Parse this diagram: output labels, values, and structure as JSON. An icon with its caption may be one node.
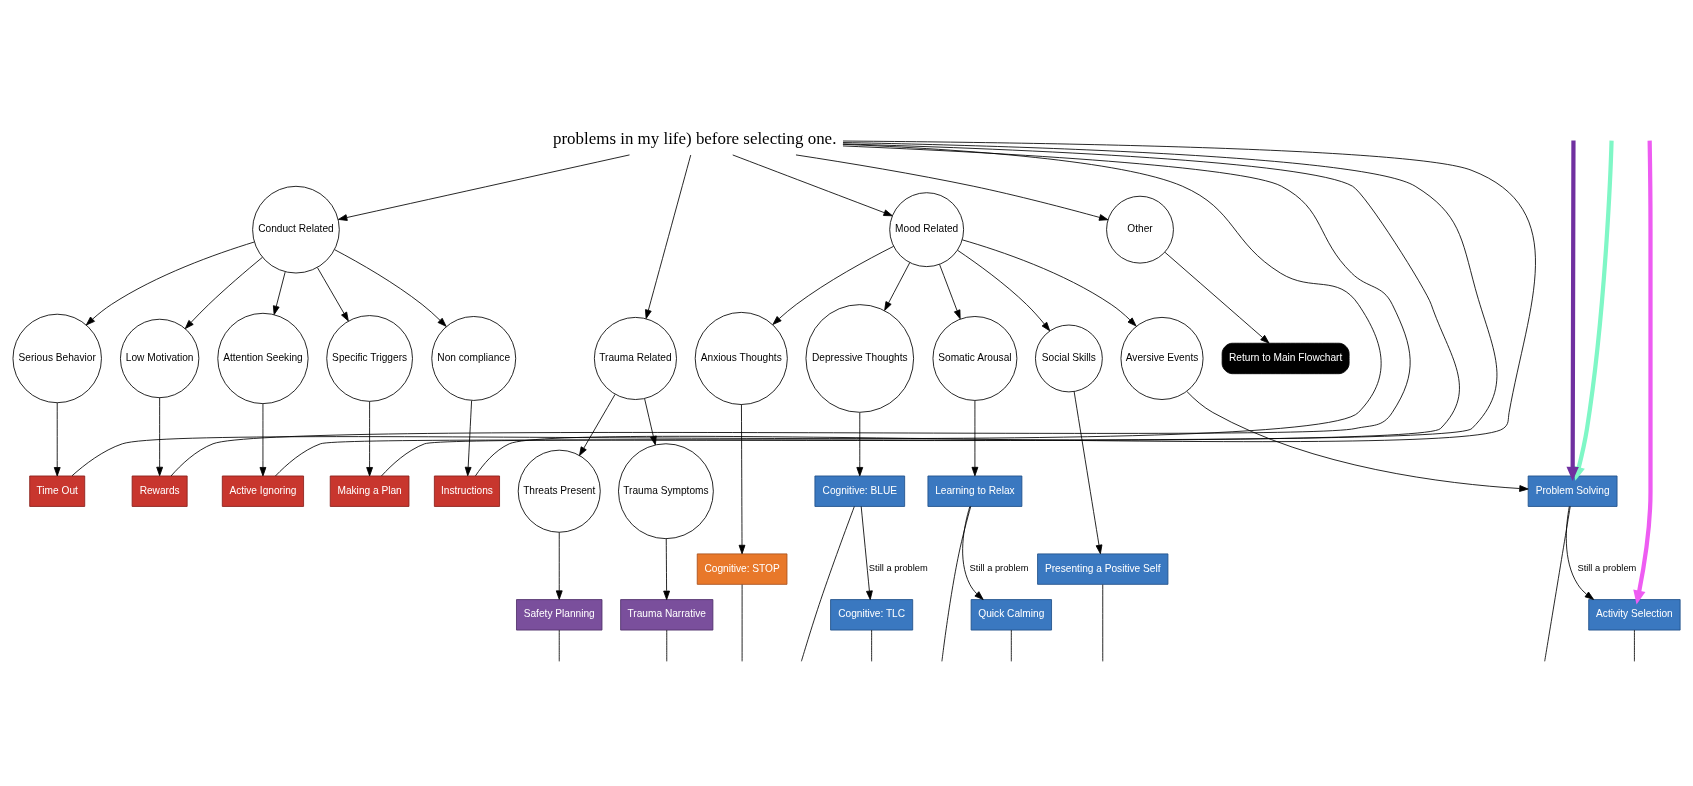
{
  "diagram": {
    "nodes": [
      {
        "text": [
          "problems in my life) before selecting one."
        ]
      },
      {
        "text": [
          "Conduct Related"
        ]
      },
      {
        "text": [
          "Trauma Related"
        ]
      },
      {
        "text": [
          "Mood Related"
        ]
      },
      {
        "text": [
          "Other"
        ]
      },
      {
        "text": [
          "Return to Main Flowchart"
        ]
      },
      {
        "text": [
          "Serious Behavior"
        ]
      },
      {
        "text": [
          "Low Motivation"
        ]
      },
      {
        "text": [
          "Attention Seeking"
        ]
      },
      {
        "text": [
          "Specific Triggers"
        ]
      },
      {
        "text": [
          "Non compliance"
        ]
      },
      {
        "text": [
          "Time Out"
        ]
      },
      {
        "text": [
          "Rewards"
        ]
      },
      {
        "text": [
          "Active Ignoring"
        ]
      },
      {
        "text": [
          "Making a Plan"
        ]
      },
      {
        "text": [
          "Instructions"
        ]
      },
      {
        "text": [
          "Threats Present"
        ]
      },
      {
        "text": [
          "Trauma Symptoms"
        ]
      },
      {
        "text": [
          "Safety Planning"
        ]
      },
      {
        "text": [
          "Trauma Narrative"
        ]
      },
      {
        "text": [
          "Anxious Thoughts"
        ]
      },
      {
        "text": [
          "Depressive Thoughts"
        ]
      },
      {
        "text": [
          "Somatic Arousal"
        ]
      },
      {
        "text": [
          "Aversive Events"
        ]
      },
      {
        "text": [
          "Social Skills"
        ]
      },
      {
        "text": [
          "Cognitive: STOP"
        ]
      },
      {
        "text": [
          "Cognitive: BLUE"
        ]
      },
      {
        "text": [
          "Cognitive: TLC"
        ]
      },
      {
        "text": [
          "Learning to Relax"
        ]
      },
      {
        "text": [
          "Quick Calming"
        ]
      },
      {
        "text": [
          "Problem Solving"
        ]
      },
      {
        "text": [
          "Activity Selection"
        ]
      },
      {
        "text": [
          "Presenting a Positive Self"
        ]
      }
    ],
    "edges": [
      {
        "from": 0,
        "to": 1,
        "arrow": "to"
      },
      {
        "from": 0,
        "to": 2,
        "arrow": "to"
      },
      {
        "from": 0,
        "to": 3,
        "arrow": "to"
      },
      {
        "from": 0,
        "to": 4,
        "arrow": "to"
      },
      {
        "from": 4,
        "to": 5,
        "arrow": "to"
      },
      {
        "from": 1,
        "to": 6,
        "arrow": "to"
      },
      {
        "from": 1,
        "to": 7,
        "arrow": "to"
      },
      {
        "from": 1,
        "to": 8,
        "arrow": "to"
      },
      {
        "from": 1,
        "to": 9,
        "arrow": "to"
      },
      {
        "from": 1,
        "to": 10,
        "arrow": "to"
      },
      {
        "from": 6,
        "to": 11,
        "arrow": "to"
      },
      {
        "from": 7,
        "to": 12,
        "arrow": "to"
      },
      {
        "from": 8,
        "to": 13,
        "arrow": "to"
      },
      {
        "from": 9,
        "to": 14,
        "arrow": "to"
      },
      {
        "from": 10,
        "to": 15,
        "arrow": "to"
      },
      {
        "from": 11,
        "to": 0,
        "arrow": "none"
      },
      {
        "from": 12,
        "to": 0,
        "arrow": "none"
      },
      {
        "from": 13,
        "to": 0,
        "arrow": "none"
      },
      {
        "from": 14,
        "to": 0,
        "arrow": "none"
      },
      {
        "from": 15,
        "to": 0,
        "arrow": "none"
      },
      {
        "from": 2,
        "to": 16,
        "arrow": "to"
      },
      {
        "from": 2,
        "to": 17,
        "arrow": "to"
      },
      {
        "from": 16,
        "to": 18,
        "arrow": "to"
      },
      {
        "from": 17,
        "to": 19,
        "arrow": "to"
      },
      {
        "from": 18,
        "to": null,
        "arrow": "none"
      },
      {
        "from": 19,
        "to": null,
        "arrow": "none"
      },
      {
        "from": 3,
        "to": 20,
        "arrow": "to"
      },
      {
        "from": 3,
        "to": 21,
        "arrow": "to"
      },
      {
        "from": 3,
        "to": 22,
        "arrow": "to"
      },
      {
        "from": 3,
        "to": 23,
        "arrow": "to"
      },
      {
        "from": 3,
        "to": 24,
        "arrow": "to"
      },
      {
        "from": 20,
        "to": 25,
        "arrow": "to"
      },
      {
        "from": 21,
        "to": 26,
        "arrow": "to"
      },
      {
        "from": 26,
        "to": 27,
        "label": "Still a problem",
        "arrow": "to"
      },
      {
        "from": 22,
        "to": 28,
        "arrow": "to"
      },
      {
        "from": 28,
        "to": 29,
        "label": "Still a problem",
        "arrow": "to"
      },
      {
        "from": 23,
        "to": 30,
        "arrow": "to"
      },
      {
        "from": 30,
        "to": 31,
        "label": "Still a problem",
        "arrow": "to"
      },
      {
        "from": 24,
        "to": 32,
        "arrow": "to"
      },
      {
        "from": null,
        "to": 31,
        "arrow": "to",
        "style": "thick",
        "color": "#ee5cf2"
      },
      {
        "from": null,
        "to": 30,
        "arrow": "to",
        "style": "thick",
        "color": "#7ff7c6"
      },
      {
        "from": null,
        "to": 30,
        "arrow": "to",
        "style": "thick",
        "color": "#7030a0"
      },
      {
        "from": 25,
        "to": null,
        "arrow": "none"
      },
      {
        "from": 26,
        "to": null,
        "arrow": "none"
      },
      {
        "from": 27,
        "to": null,
        "arrow": "none"
      },
      {
        "from": 28,
        "to": null,
        "arrow": "none"
      },
      {
        "from": 29,
        "to": null,
        "arrow": "none"
      },
      {
        "from": 30,
        "to": null,
        "arrow": "none"
      },
      {
        "from": 31,
        "to": null,
        "arrow": "none"
      },
      {
        "from": 32,
        "to": null,
        "arrow": "none"
      }
    ]
  }
}
